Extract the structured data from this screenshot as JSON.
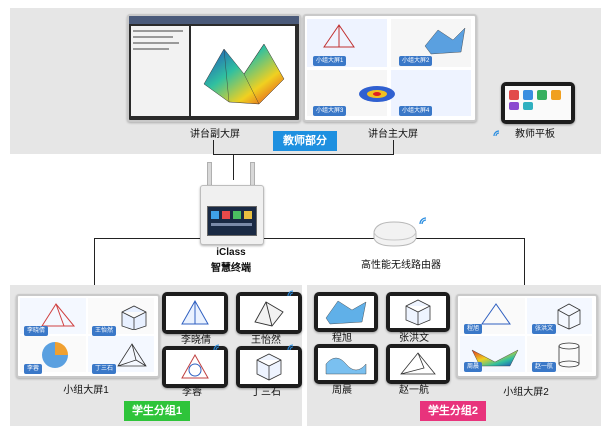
{
  "teacher": {
    "section_badge": "教师部分",
    "sub_screen_label": "讲台副大屏",
    "main_screen_label": "讲台主大屏",
    "tablet_label": "教师平板",
    "main_screen_tags": [
      "小组大屏1",
      "小组大屏2",
      "小组大屏3",
      "小组大屏4"
    ]
  },
  "terminal": {
    "name_en": "iClass",
    "name_cn": "智慧终端"
  },
  "router": {
    "label": "高性能无线路由器"
  },
  "group1": {
    "badge": "学生分组1",
    "screen_label": "小组大屏1",
    "screen_tags": [
      "李晓倩",
      "王怡然",
      "李蓉",
      "丁三石"
    ],
    "students": [
      "李晓倩",
      "王怡然",
      "李蓉",
      "丁三石"
    ]
  },
  "group2": {
    "badge": "学生分组2",
    "screen_label": "小组大屏2",
    "screen_tags": [
      "程旭",
      "张洪文",
      "周晨",
      "赵一航"
    ],
    "students": [
      "程旭",
      "张洪文",
      "周晨",
      "赵一航"
    ]
  },
  "colors": {
    "teacher_badge": "#1e90e0",
    "group1_badge": "#2ec43a",
    "group2_badge": "#e8337c",
    "panel_bg": "#e6e6e6",
    "line": "#222222"
  }
}
